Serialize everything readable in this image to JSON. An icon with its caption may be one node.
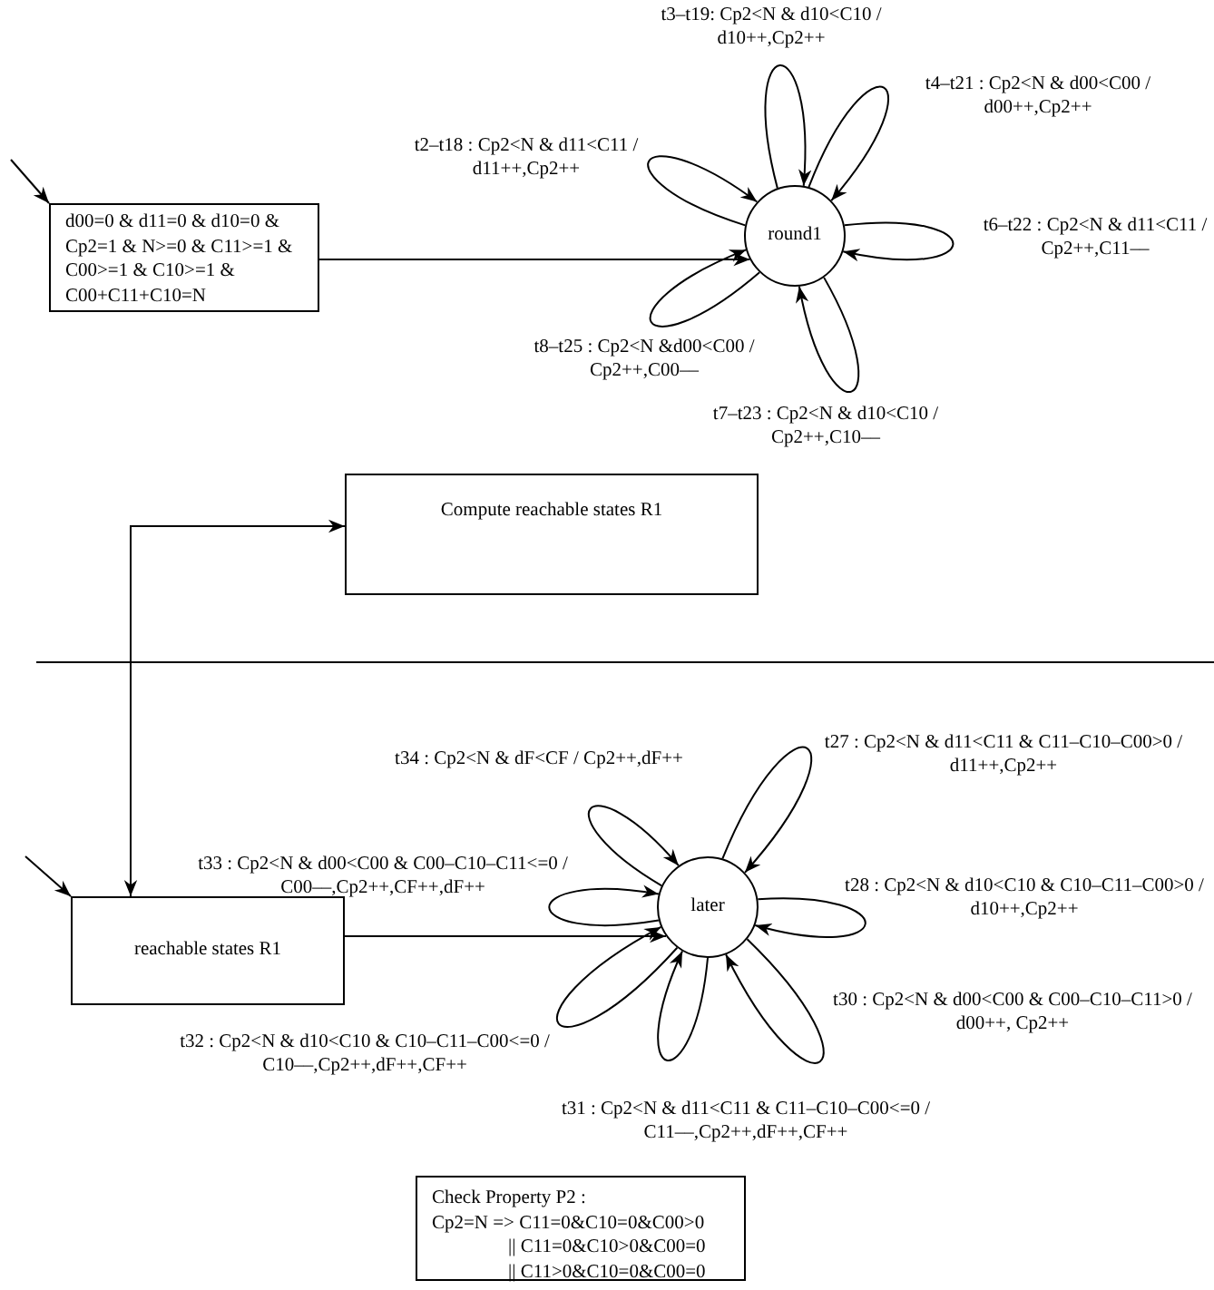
{
  "diagram": {
    "nodes": [
      {
        "text": [
          "d00=0 & d11=0 & d10=0 & Cp2=1 & N>=0 & C11>=1 & C00>=1 & C10>=1 & C00+C11+C10=N"
        ]
      },
      {
        "text": [
          "round1"
        ]
      },
      {
        "text": [
          "Compute reachable states R1"
        ]
      },
      {
        "text": [
          "reachable states R1"
        ]
      },
      {
        "text": [
          "later"
        ]
      },
      {
        "text": [
          "Check Property P2 :",
          "Cp2=N => C11=0&C10=0&C00>0 || C11=0&C10>0&C00=0 || C11>0&C10=0&C00=0"
        ]
      }
    ],
    "edges": [
      {
        "from": null,
        "to": 0,
        "arrow": "to"
      },
      {
        "from": 0,
        "to": 1,
        "arrow": "to"
      },
      {
        "from": 1,
        "to": 1,
        "arrow": "to",
        "label": "t3–t19: Cp2<N & d10<C10 / d10++,Cp2++"
      },
      {
        "from": 1,
        "to": 1,
        "arrow": "to",
        "label": "t4–t21 : Cp2<N & d00<C00 / d00++,Cp2++"
      },
      {
        "from": 1,
        "to": 1,
        "arrow": "to",
        "label": "t2–t18 : Cp2<N & d11<C11 / d11++,Cp2++"
      },
      {
        "from": 1,
        "to": 1,
        "arrow": "to",
        "label": "t6–t22 : Cp2<N & d11<C11 / Cp2++,C11––"
      },
      {
        "from": 1,
        "to": 1,
        "arrow": "to",
        "label": "t8–t25 : Cp2<N &d00<C00 / Cp2++,C00––"
      },
      {
        "from": 1,
        "to": 1,
        "arrow": "to",
        "label": "t7–t23 : Cp2<N & d10<C10 / Cp2++,C10––"
      },
      {
        "from": 2,
        "to": 3,
        "arrow": "both"
      },
      {
        "from": null,
        "to": 3,
        "arrow": "to"
      },
      {
        "from": 3,
        "to": 4,
        "arrow": "to"
      },
      {
        "from": 4,
        "to": 4,
        "arrow": "to",
        "label": "t34 : Cp2<N & dF<CF / Cp2++,dF++"
      },
      {
        "from": 4,
        "to": 4,
        "arrow": "to",
        "label": "t27 : Cp2<N & d11<C11 & C11–C10–C00>0 / d11++,Cp2++"
      },
      {
        "from": 4,
        "to": 4,
        "arrow": "to",
        "label": "t33 : Cp2<N & d00<C00 & C00–C10–C11<=0 / C00––,Cp2++,CF++,dF++"
      },
      {
        "from": 4,
        "to": 4,
        "arrow": "to",
        "label": "t28 : Cp2<N & d10<C10 & C10–C11–C00>0 / d10++,Cp2++"
      },
      {
        "from": 4,
        "to": 4,
        "arrow": "to",
        "label": "t32 : Cp2<N & d10<C10 & C10–C11–C00<=0 / C10––,Cp2++,dF++,CF++"
      },
      {
        "from": 4,
        "to": 4,
        "arrow": "to",
        "label": "t30 : Cp2<N & d00<C00 & C00–C10–C11>0 / d00++, Cp2++"
      },
      {
        "from": 4,
        "to": 4,
        "arrow": "to",
        "label": "t31 : Cp2<N & d11<C11 & C11–C10–C00<=0 / C11––,Cp2++,dF++,CF++"
      }
    ]
  }
}
